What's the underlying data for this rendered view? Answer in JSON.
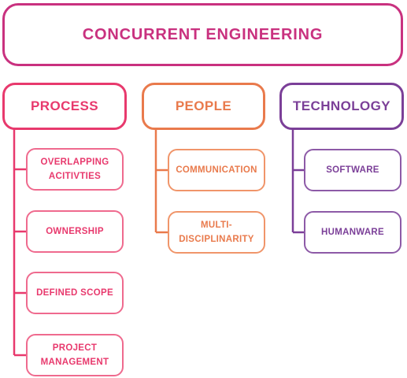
{
  "title": "CONCURRENT ENGINEERING",
  "colors": {
    "title": "#c9317f",
    "process": "#e8396d",
    "people": "#e97a4c",
    "technology": "#7b3f98"
  },
  "columns": [
    {
      "heading": "PROCESS",
      "items": [
        "OVERLAPPING\nACITIVTIES",
        "OWNERSHIP",
        "DEFINED SCOPE",
        "PROJECT\nMANAGEMENT"
      ]
    },
    {
      "heading": "PEOPLE",
      "items": [
        "COMMUNICATION",
        "MULTI-\nDISCIPLINARITY"
      ]
    },
    {
      "heading": "TECHNOLOGY",
      "items": [
        "SOFTWARE",
        "HUMANWARE"
      ]
    }
  ]
}
